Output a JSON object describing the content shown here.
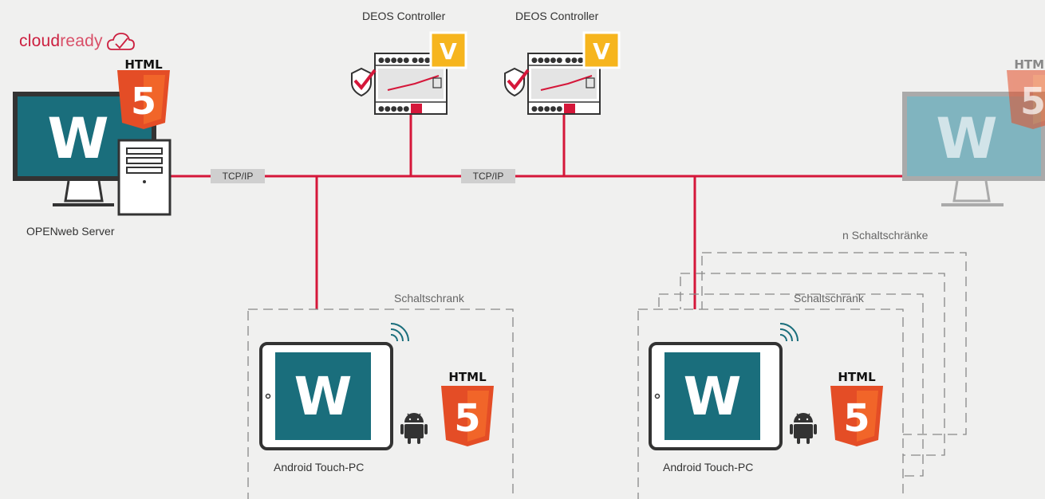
{
  "brand": {
    "logo_part1": "cloud",
    "logo_part2": "ready"
  },
  "labels": {
    "server": "OPENweb Server",
    "controller_1": "DEOS Controller",
    "controller_2": "DEOS Controller",
    "tcp_1": "TCP/IP",
    "tcp_2": "TCP/IP",
    "cabinet_1": "Schaltschrank",
    "cabinet_2": "Schaltschrank",
    "cabinets_n": "n Schaltschränke",
    "touch_pc_1": "Android Touch-PC",
    "touch_pc_2": "Android Touch-PC"
  },
  "badges": {
    "html_text": "HTML",
    "html5_digit": "5",
    "app_letter": "W",
    "controller_badge": "V"
  },
  "colors": {
    "network_line": "#d5173a",
    "app_screen": "#1a6e7c",
    "app_screen_faded": "#80b4bf",
    "html5_orange": "#e44d26",
    "html5_orange_light": "#f16529",
    "controller_badge": "#f6b51e",
    "frame_dark": "#333333",
    "logo_red": "#cc1f3f"
  },
  "icons": [
    "cloud-check-icon",
    "html5-icon",
    "monitor-icon",
    "server-tower-icon",
    "controller-device-icon",
    "shield-check-icon",
    "wifi-icon",
    "android-icon",
    "tablet-icon"
  ]
}
